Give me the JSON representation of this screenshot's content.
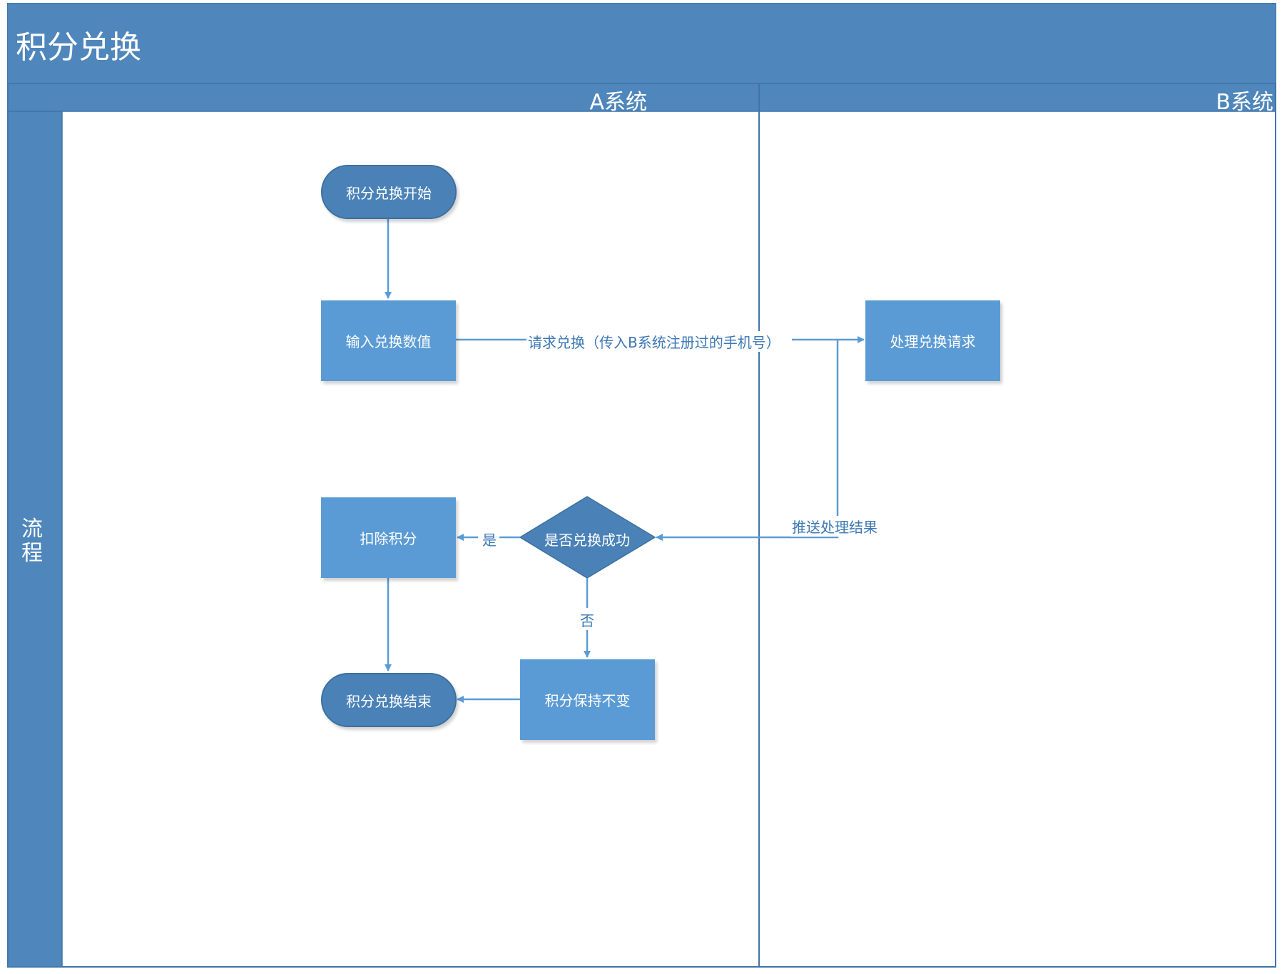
{
  "frame": {
    "title": "积分兑换",
    "lanes": [
      "A系统",
      "B系统"
    ],
    "row_label": "流程"
  },
  "nodes": {
    "start": "积分兑换开始",
    "input": "输入兑换数值",
    "process_request": "处理兑换请求",
    "decision": "是否兑换成功",
    "deduct": "扣除积分",
    "keep": "积分保持不变",
    "end": "积分兑换结束"
  },
  "edges": {
    "request": "请求兑换（传入B系统注册过的手机号）",
    "push_result": "推送处理结果",
    "yes": "是",
    "no": "否"
  },
  "colors": {
    "header": "#4f87bc",
    "border": "#3f74aa",
    "process": "#5b9bd5",
    "terminal": "#4a82b8",
    "decision": "#4a82b8",
    "arrow": "#5b9bd5",
    "label": "#3d78b5"
  }
}
